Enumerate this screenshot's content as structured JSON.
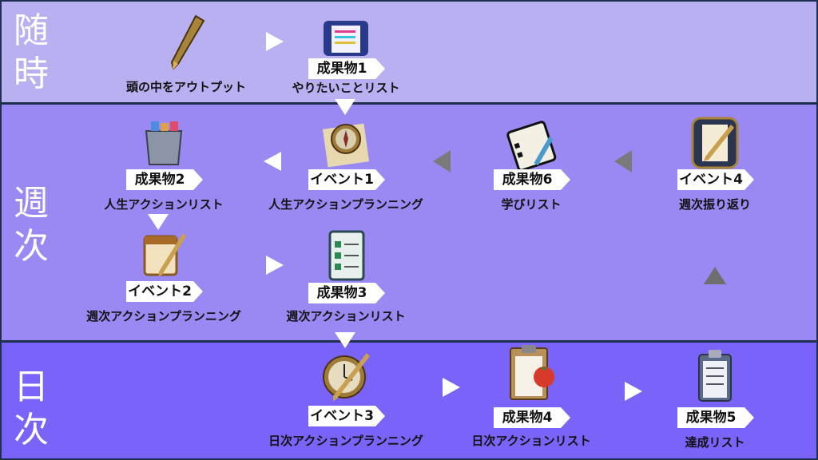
{
  "lanes": [
    "随時",
    "週次",
    "日次"
  ],
  "lanes_chars": [
    [
      "随",
      "時"
    ],
    [
      "週",
      "次"
    ],
    [
      "日",
      "次"
    ]
  ],
  "nodes": {
    "output": {
      "label": "頭の中をアウトプット",
      "icon": "fountain-pen-icon"
    },
    "a1": {
      "badge": "成果物1",
      "label": "やりたいことリスト",
      "icon": "list-scroll-icon"
    },
    "a2": {
      "badge": "成果物2",
      "label": "人生アクションリスト",
      "icon": "bucket-icon"
    },
    "e1": {
      "badge": "イベント1",
      "label": "人生アクションプランニング",
      "icon": "compass-map-icon"
    },
    "a6": {
      "badge": "成果物6",
      "label": "学びリスト",
      "icon": "notebook-checklist-icon"
    },
    "e4": {
      "badge": "イベント4",
      "label": "週次振り返り",
      "icon": "notepad-pen-icon"
    },
    "e2": {
      "badge": "イベント2",
      "label": "週次アクションプランニング",
      "icon": "calendar-pen-icon"
    },
    "a3": {
      "badge": "成果物3",
      "label": "週次アクションリスト",
      "icon": "checklist-notepad-icon"
    },
    "e3": {
      "badge": "イベント3",
      "label": "日次アクションプランニング",
      "icon": "clock-pen-icon"
    },
    "a4": {
      "badge": "成果物4",
      "label": "日次アクションリスト",
      "icon": "clipboard-tomato-icon"
    },
    "a5": {
      "badge": "成果物5",
      "label": "達成リスト",
      "icon": "clipboard-icon"
    }
  }
}
